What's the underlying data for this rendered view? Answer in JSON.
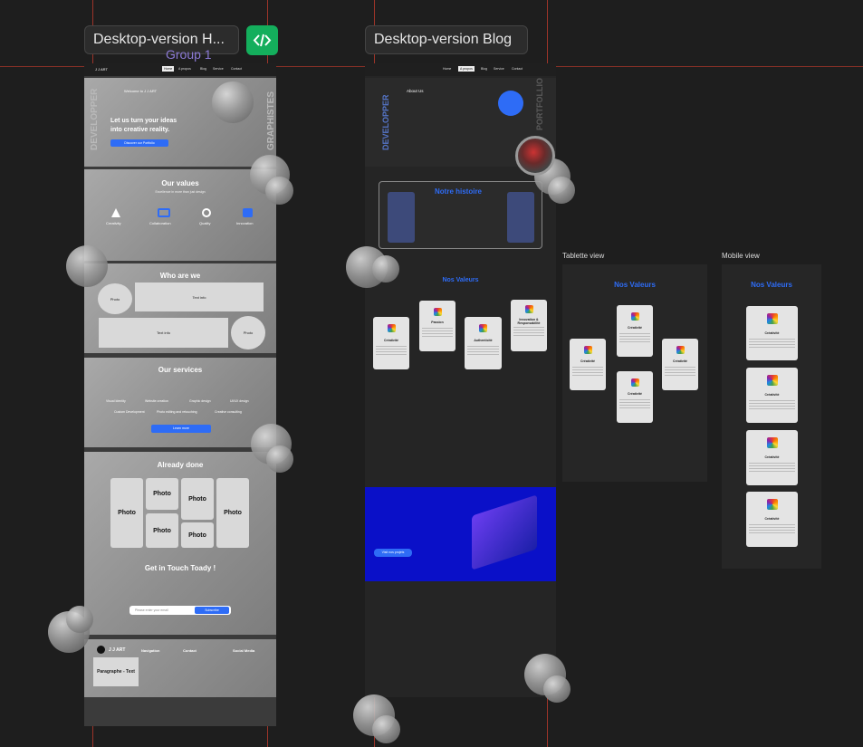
{
  "frames": {
    "home_tag": "Desktop-version H...",
    "blog_tag": "Desktop-version Blog",
    "group_label": "Group 1",
    "tablet_label": "Tablette view",
    "mobile_label": "Mobile view"
  },
  "home": {
    "brand": "J J ART",
    "nav": [
      "Home",
      "A propos",
      "Blog",
      "Service",
      "Contact"
    ],
    "hero": {
      "left_vertical": "DEVELOPPER",
      "right_vertical": "GRAPHISTES",
      "welcome": "Welcome to J J ART",
      "headline_1": "Let us turn your ideas",
      "headline_2": "into creative reality.",
      "cta": "Discover our Portfolio"
    },
    "values": {
      "title": "Our values",
      "subtitle": "Excellence in more than just design",
      "items": [
        "Creativity",
        "Collaboration",
        "Quality",
        "Innovation"
      ]
    },
    "who": {
      "title": "Who are we",
      "photo": "Photo",
      "text_info": "Text info"
    },
    "services": {
      "title": "Our services",
      "row1": [
        "Visual Identity",
        "Website creation",
        "Graphic design",
        "UI/UX design"
      ],
      "row2": [
        "Custom Development",
        "Photo editing and retouching",
        "Creative consulting"
      ],
      "cta": "Learn more"
    },
    "done": {
      "title": "Already done",
      "photo": "Photo"
    },
    "contact": {
      "title": "Get in Touch Toady !",
      "placeholder": "Please enter your email",
      "button": "Subscribe"
    },
    "footer": {
      "brand": "J J ART",
      "paragraph": "Paragraphe - Text",
      "navigation": "Navigation",
      "contact": "Contact",
      "social": "Social Media"
    }
  },
  "blog": {
    "nav": [
      "Home",
      "A propos",
      "Blog",
      "Service",
      "Contact"
    ],
    "about": "About Us",
    "left_vertical": "DEVELOPPER",
    "right_vertical": "PORTFOLLIO",
    "histoire_title": "Notre histoire",
    "valeurs_title": "Nos Valeurs",
    "cards": [
      "Créativité",
      "Passion",
      "Authenticité",
      "Innovation & Responsabilité"
    ],
    "cta": "Visit nos projets"
  },
  "tablet": {
    "title": "Nos Valeurs",
    "cards": [
      "Créativité",
      "Créativité",
      "Créativité",
      "Créativité"
    ]
  },
  "mobile": {
    "title": "Nos Valeurs",
    "cards": [
      "Créativité",
      "Créativité",
      "Créativité",
      "Créativité"
    ]
  },
  "colors": {
    "accent": "#2e6cf6",
    "guide": "#b4382b",
    "code_button": "#14ae5c"
  }
}
